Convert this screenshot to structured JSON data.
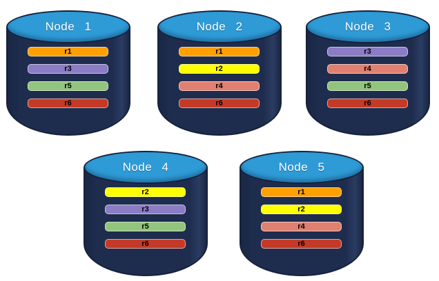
{
  "page": {
    "background": "#FFFFFF"
  },
  "palette": {
    "cylinder_body": "#1E2C4E",
    "cylinder_outline": "#15203B",
    "cylinder_top_fill": "#2E9BD6",
    "node_title_color": "#FFFFFF",
    "bar_label_color": "#000000",
    "replica_colors": {
      "r1": "#FFA000",
      "r2": "#FFFF00",
      "r3": "#8B7CC5",
      "r4": "#E08070",
      "r5": "#93C47D",
      "r6": "#C43A26"
    }
  },
  "nodes": [
    {
      "label": "Node 1",
      "replicas": [
        "r1",
        "r3",
        "r5",
        "r6"
      ]
    },
    {
      "label": "Node 2",
      "replicas": [
        "r1",
        "r2",
        "r4",
        "r6"
      ]
    },
    {
      "label": "Node 3",
      "replicas": [
        "r3",
        "r4",
        "r5",
        "r6"
      ]
    },
    {
      "label": "Node 4",
      "replicas": [
        "r2",
        "r3",
        "r5",
        "r6"
      ]
    },
    {
      "label": "Node 5",
      "replicas": [
        "r1",
        "r2",
        "r4",
        "r6"
      ]
    }
  ]
}
